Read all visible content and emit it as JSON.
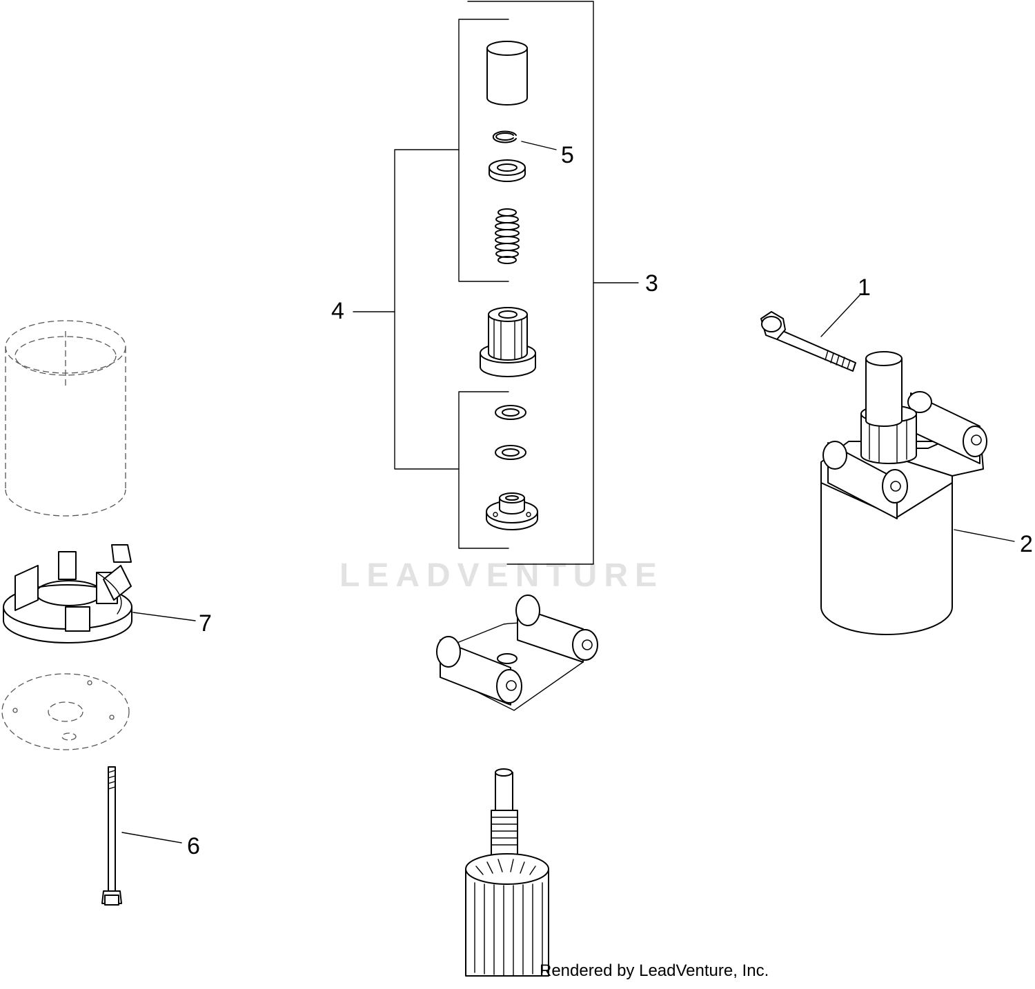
{
  "diagram": {
    "callouts": [
      "1",
      "2",
      "3",
      "4",
      "5",
      "6",
      "7"
    ],
    "watermark": "LEADVENTURE",
    "credit": "Rendered by LeadVenture, Inc."
  }
}
